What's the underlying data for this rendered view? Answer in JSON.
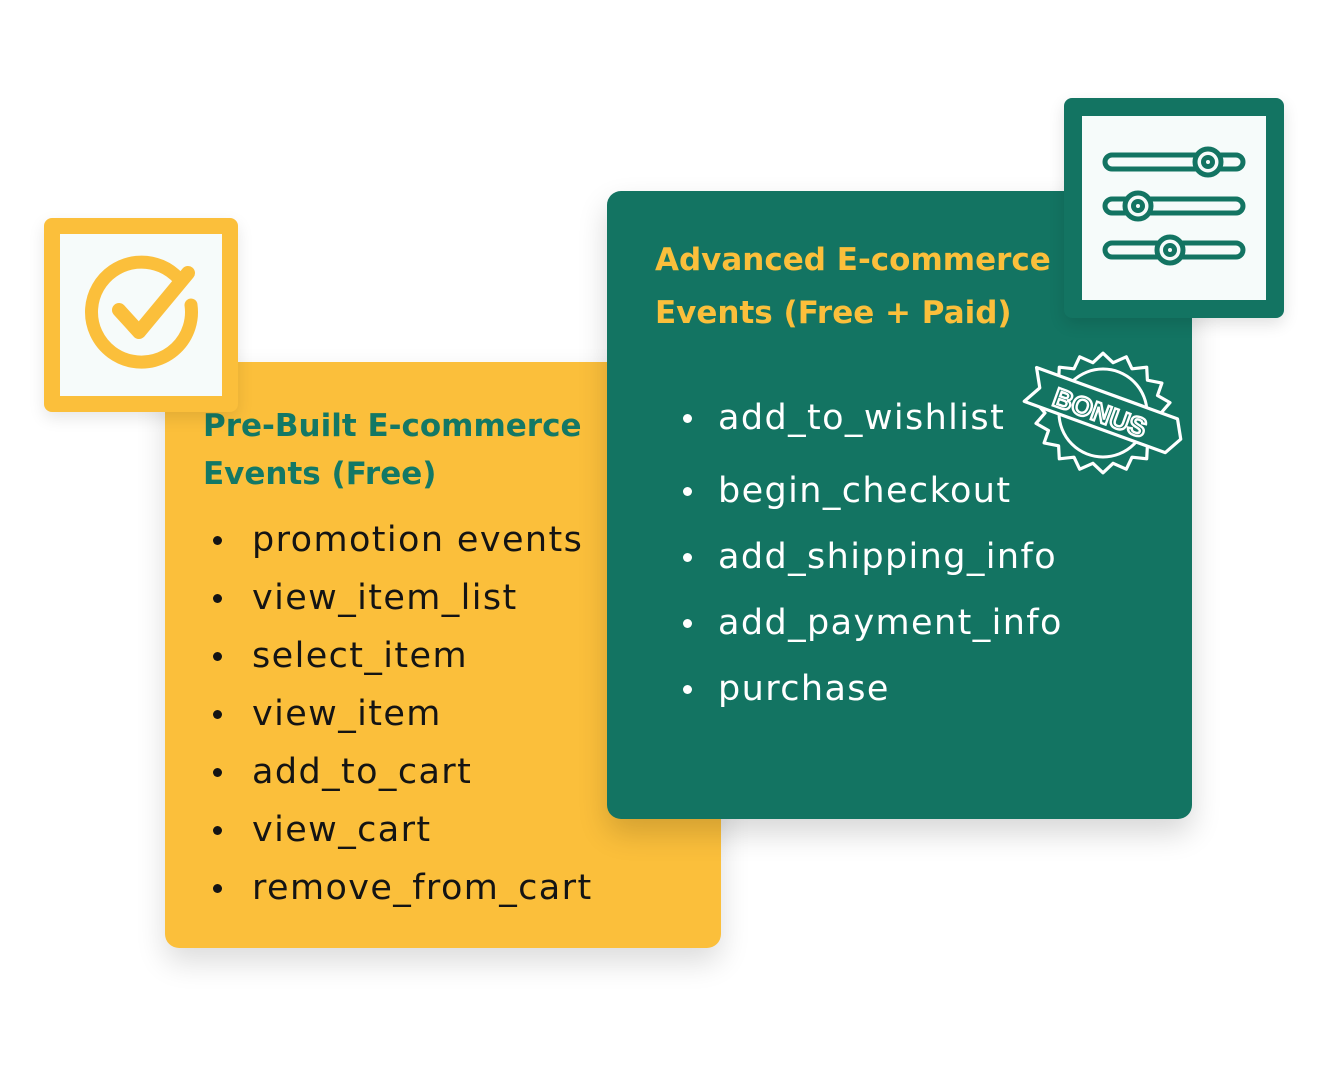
{
  "free_card": {
    "title_line1": "Pre-Built E-commerce",
    "title_line2": "Events (Free)",
    "items": [
      "promotion events",
      "view_item_list",
      "select_item",
      "view_item",
      "add_to_cart",
      "view_cart",
      "remove_from_cart"
    ]
  },
  "advanced_card": {
    "title_line1": "Advanced E-commerce",
    "title_line2": "Events (Free + Paid)",
    "items": [
      "add_to_wishlist",
      "begin_checkout",
      "add_shipping_info",
      "add_payment_info",
      "purchase"
    ],
    "stamp_label": "BONUS"
  },
  "icons": {
    "check": "check-circle-icon",
    "sliders": "sliders-icon",
    "stamp": "bonus-stamp-icon"
  },
  "colors": {
    "yellow": "#fbbf3b",
    "green": "#137462",
    "title_green": "#137865",
    "icon_bg": "#f6fbfa",
    "list_dark": "#141414",
    "white": "#ffffff"
  }
}
